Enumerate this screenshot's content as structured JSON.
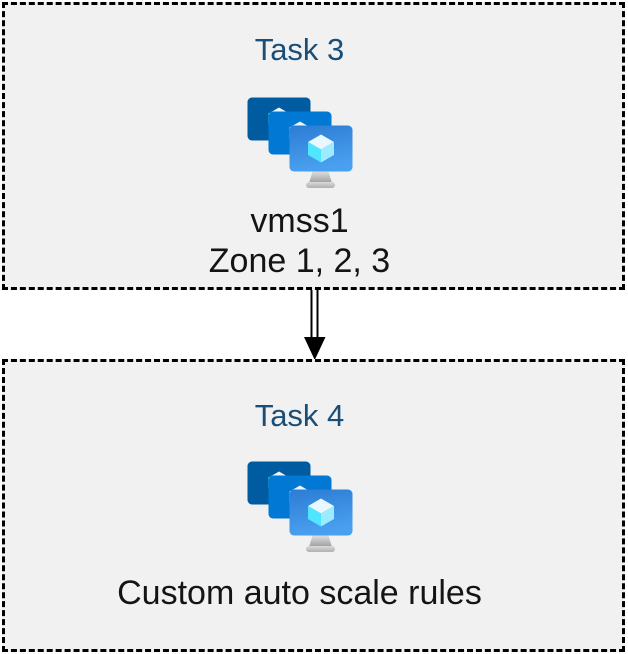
{
  "diagram": {
    "tasks": [
      {
        "title": "Task 3",
        "icon": "virtual-machine-scale-set-icon",
        "lines": [
          "vmss1",
          "Zone 1, 2, 3"
        ]
      },
      {
        "title": "Task 4",
        "icon": "virtual-machine-scale-set-icon",
        "lines": [
          "Custom auto scale rules"
        ]
      }
    ],
    "connector": {
      "type": "double-line-arrow",
      "direction": "down",
      "from": "Task 3",
      "to": "Task 4"
    },
    "colors": {
      "page_background": "#ffffff",
      "box_background": "#f1f1f1",
      "box_border": "#000000",
      "task_title": "#1b4e77",
      "body_text": "#141414",
      "monitor_back": "#005ba1",
      "monitor_middle": "#0078d4",
      "monitor_front_gradient_top": "#2b7cd3",
      "monitor_front_gradient_bottom": "#4aa0f0",
      "cube_top": "#e9f8fe",
      "cube_left": "#50e6ff",
      "cube_right": "#9cebff",
      "stand_gray_light": "#e0e0e0",
      "stand_gray_dark": "#9e9e9e",
      "arrow": "#000000"
    }
  }
}
